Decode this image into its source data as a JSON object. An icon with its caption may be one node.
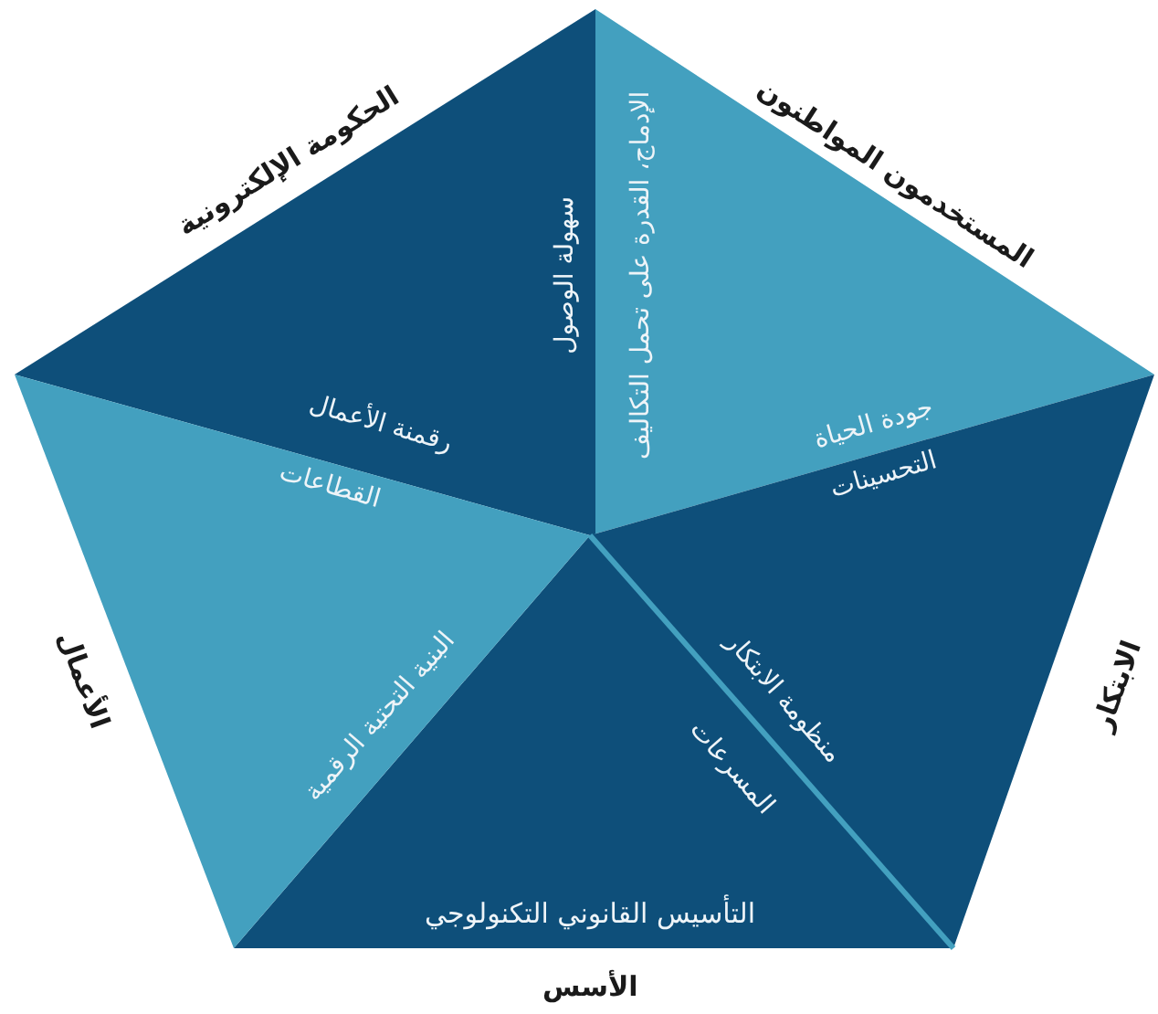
{
  "diagram": {
    "nodes": [
      {
        "text": [
          "الحكومة الإلكترونية",
          "سهولة الوصول",
          "رقمنة الأعمال"
        ]
      },
      {
        "text": [
          "المستخدمون المواطنون",
          "الإدماج، القدرة على تحمل التكاليف",
          "جودة الحياة"
        ]
      },
      {
        "text": [
          "التحسينات",
          "الابتكار",
          "منظومة الابتكار"
        ]
      },
      {
        "text": [
          "المسرعات",
          "التأسيس القانوني التكنولوجي",
          "الأسس"
        ]
      },
      {
        "text": [
          "القطاعات",
          "الأعمال",
          "البنية التحتية الرقمية"
        ]
      }
    ]
  }
}
